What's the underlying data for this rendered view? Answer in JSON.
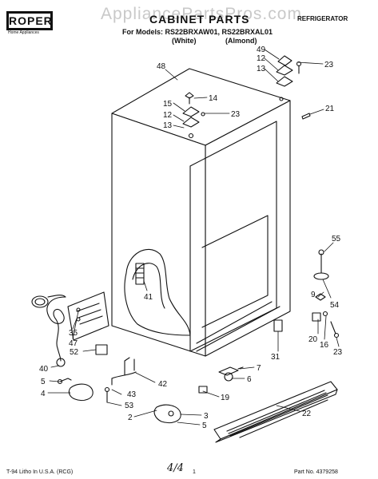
{
  "header": {
    "brand": "ROPER",
    "brand_subtitle": "Home Appliances",
    "title": "CABINET PARTS",
    "models_line": "For Models: RS22BRXAW01, RS22BRXAL01",
    "variant_white": "(White)",
    "variant_almond": "(Almond)",
    "category": "REFRIGERATOR",
    "watermark": "AppliancePartsPros.com"
  },
  "callouts": {
    "c48": "48",
    "c49": "49",
    "c12a": "12",
    "c13a": "13",
    "c23a": "23",
    "c14": "14",
    "c15": "15",
    "c12b": "12",
    "c13b": "13",
    "c23b": "23",
    "c21": "21",
    "c55": "55",
    "c41": "41",
    "c9": "9",
    "c54": "54",
    "c35": "35",
    "c47": "47",
    "c52": "52",
    "c40": "40",
    "c5a": "5",
    "c4": "4",
    "c43": "43",
    "c53": "53",
    "c42": "42",
    "c2": "2",
    "c3": "3",
    "c5b": "5",
    "c7a": "7",
    "c6": "6",
    "c7b": "7",
    "c19": "19",
    "c31": "31",
    "c20": "20",
    "c16": "16",
    "c23c": "23",
    "c22": "22"
  },
  "footer": {
    "left": "T-94 Litho In U.S.A. (RCG)",
    "page": "1",
    "part_no": "Part No. 4379258",
    "handnote": "4/4"
  },
  "colors": {
    "ink": "#111111",
    "watermark": "#c9c9c9",
    "paper": "#ffffff"
  }
}
